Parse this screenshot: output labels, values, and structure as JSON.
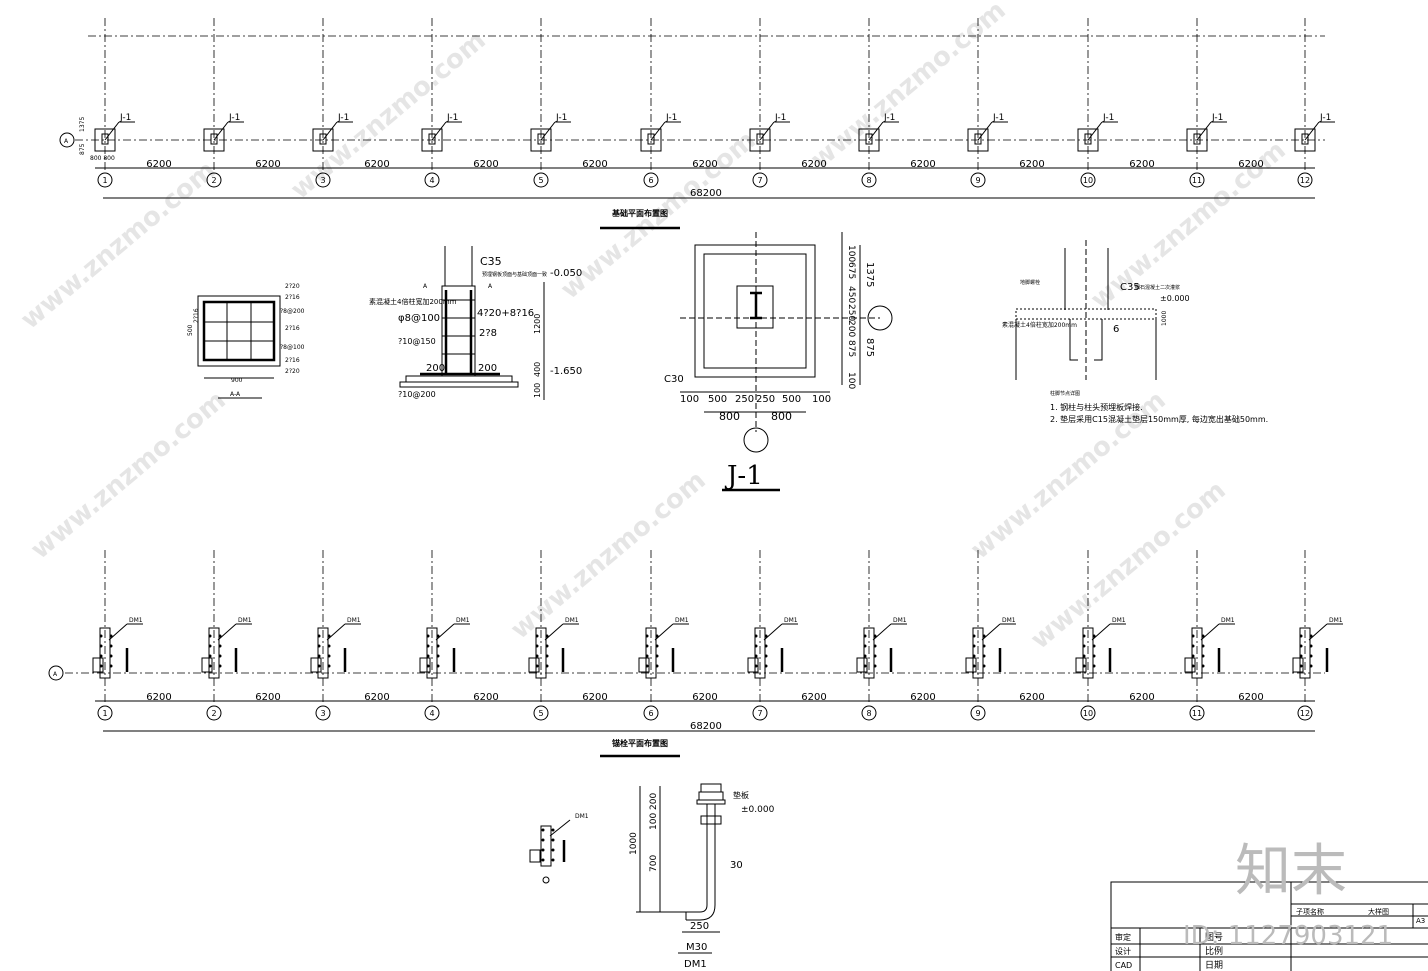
{
  "plan1": {
    "title": "基础平面布置图",
    "axis_labels": [
      "1",
      "2",
      "3",
      "4",
      "5",
      "6",
      "7",
      "8",
      "9",
      "10",
      "11",
      "12"
    ],
    "row_label": "A",
    "spans": [
      "6200",
      "6200",
      "6200",
      "6200",
      "6200",
      "6200",
      "6200",
      "6200",
      "6200",
      "6200",
      "6200"
    ],
    "total": "68200",
    "tag": "J-1",
    "side_dims": [
      "1375",
      "875"
    ],
    "bottom_dims": "800 800"
  },
  "plan2": {
    "title": "锚栓平面布置图",
    "axis_labels": [
      "1",
      "2",
      "3",
      "4",
      "5",
      "6",
      "7",
      "8",
      "9",
      "10",
      "11",
      "12"
    ],
    "row_label": "A",
    "spans": [
      "6200",
      "6200",
      "6200",
      "6200",
      "6200",
      "6200",
      "6200",
      "6200",
      "6200",
      "6200",
      "6200"
    ],
    "total": "68200",
    "tag": "DM1"
  },
  "section_aa": {
    "title": "A-A",
    "width": "900",
    "height": "500",
    "notes": [
      "2?20",
      "2?16",
      "?8@200",
      "2?16",
      "?8@100",
      "2?16",
      "2?20"
    ],
    "left_note": "2?16"
  },
  "column_section": {
    "concrete": "C35",
    "marker": "A",
    "level_top": "-0.050",
    "level_bottom": "-1.650",
    "note_top": "预埋钢板顶面与基础顶面一致",
    "rebar1": "4?20+8?16",
    "rebar2": "2?8",
    "stirrup": "φ8@100",
    "left_note": "素混凝土4倍柱宽加200mm",
    "bot_note1": "?10@150",
    "bot_note2": "?10@200",
    "dim_1200": "1200",
    "dim_400": "400",
    "dim_100": "100",
    "dim_200a": "200",
    "dim_200b": "200"
  },
  "footing_plan": {
    "title": "J-1",
    "concrete": "C30",
    "bottom_dims": [
      "100",
      "500",
      "250",
      "250",
      "500",
      "100"
    ],
    "bottom_dims2": [
      "800",
      "800"
    ],
    "right_dims": [
      "100",
      "675",
      "450",
      "250",
      "200",
      "875",
      "100"
    ],
    "right_totals": [
      "1375",
      "875"
    ]
  },
  "base_detail": {
    "concrete": "C35",
    "note_top": "细石混凝土二次灌浆",
    "left_top": "地脚螺栓",
    "left_mid": "素混凝土4倍柱宽加200mm",
    "level": "±0.000",
    "dim": "1000",
    "mark": "6",
    "caption": "柱脚节点详图",
    "notes": [
      "1. 钢柱与柱头预埋板焊接.",
      "2. 垫层采用C15混凝土垫层150mm厚, 每边宽出基础50mm."
    ]
  },
  "anchor_detail": {
    "tag": "DM1",
    "plate_label": "垫板",
    "level": "±0.000",
    "dims": [
      "200",
      "100",
      "700"
    ],
    "total": "1000",
    "hook": "250",
    "dia_dim": "30",
    "caption1": "M30",
    "caption2": "DM1"
  },
  "title_block": {
    "project_label": "子项名称",
    "drawing_label": "大样图",
    "size": "A3",
    "rows": [
      "审定",
      "设计",
      "CAD"
    ],
    "right_rows": [
      "图号",
      "比例",
      "日期"
    ]
  },
  "watermark": {
    "text": "www.znzmo.com",
    "brand": "知末",
    "id_text": "ID: 1127903121"
  }
}
